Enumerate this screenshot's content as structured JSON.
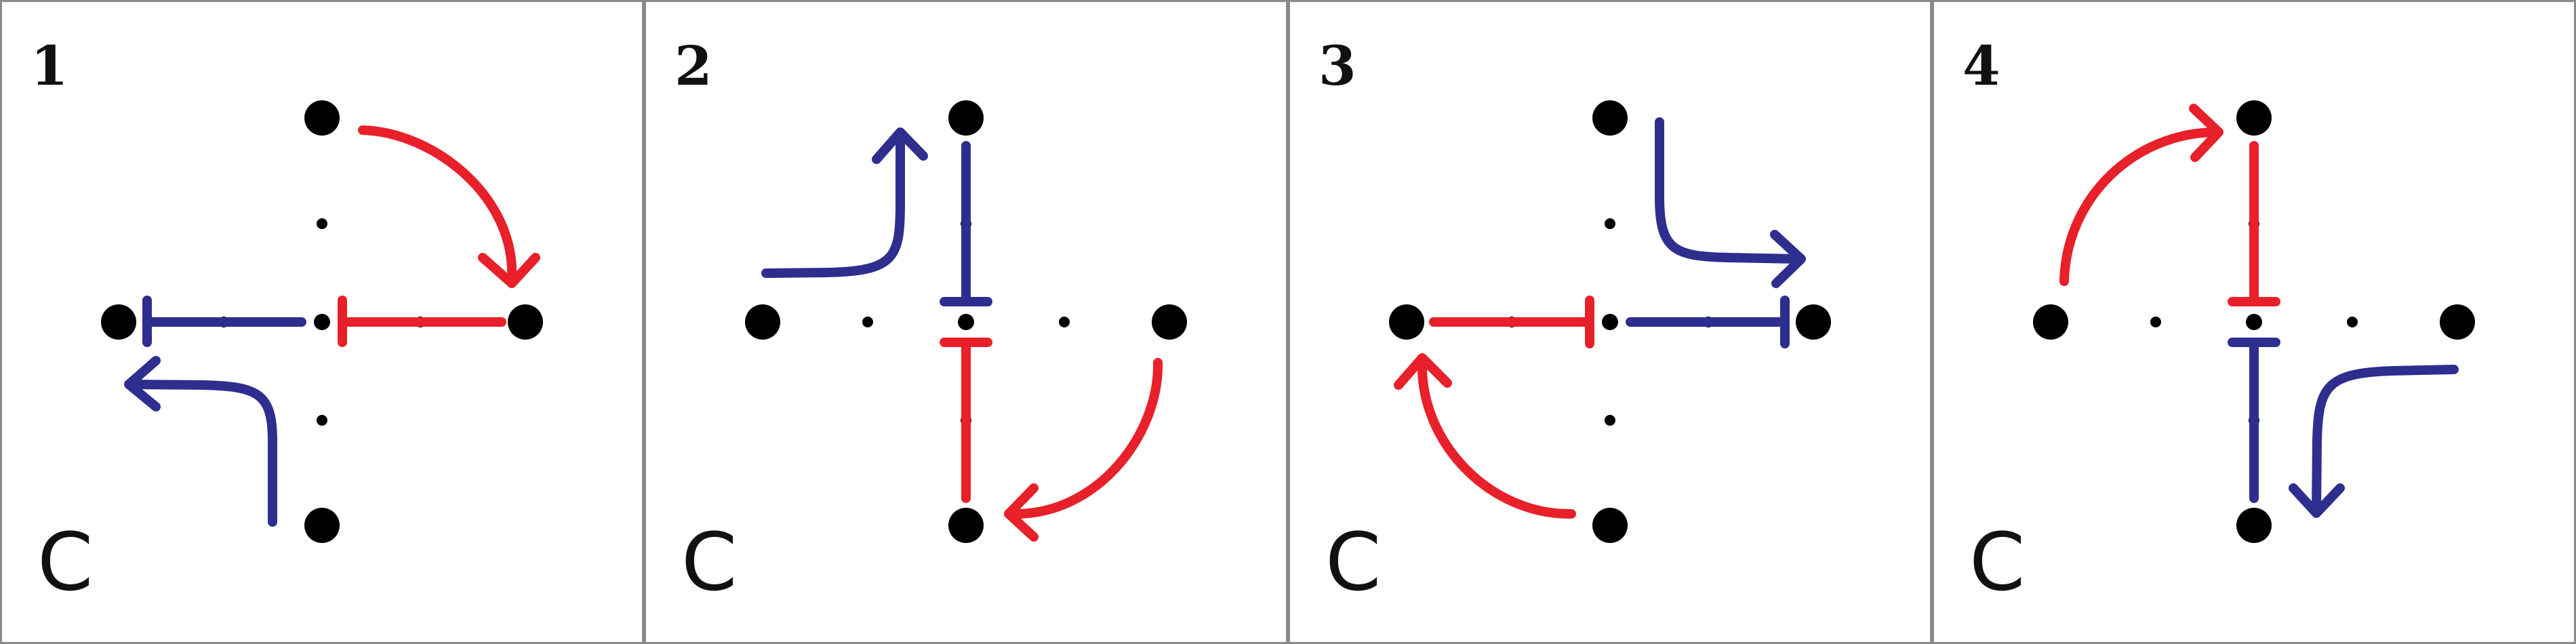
{
  "colors": {
    "red": "#e8202a",
    "blue": "#2e2e8f",
    "dot": "#000000",
    "frame": "#8a8a8a"
  },
  "panels": [
    {
      "number": "1",
      "corner_label": "C",
      "description_icons": [
        "red-curved-arrow",
        "red-t-bar",
        "blue-t-bar",
        "blue-curved-arrow"
      ]
    },
    {
      "number": "2",
      "corner_label": "C",
      "description_icons": [
        "blue-curved-arrow",
        "blue-t-bar",
        "red-t-bar",
        "red-curved-arrow"
      ]
    },
    {
      "number": "3",
      "corner_label": "C",
      "description_icons": [
        "blue-curved-arrow",
        "blue-t-bar",
        "red-t-bar",
        "red-curved-arrow"
      ]
    },
    {
      "number": "4",
      "corner_label": "C",
      "description_icons": [
        "red-curved-arrow",
        "red-t-bar",
        "blue-t-bar",
        "blue-curved-arrow"
      ]
    }
  ]
}
